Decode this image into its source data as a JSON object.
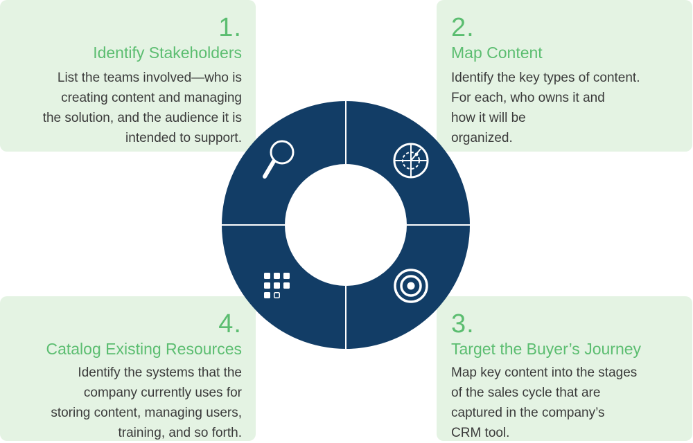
{
  "steps": [
    {
      "number": "1.",
      "title": "Identify Stakeholders",
      "lines": [
        "List the teams involved—who is",
        "creating content and managing",
        "the solution, and the audience it is",
        "intended to support."
      ]
    },
    {
      "number": "2.",
      "title": "Map Content",
      "lines": [
        "Identify the key types of content.",
        "For each, who owns it and",
        "how it will be",
        "organized."
      ]
    },
    {
      "number": "3.",
      "title": "Target the Buyer’s Journey",
      "lines": [
        "Map key content into the stages",
        "of the sales cycle that are",
        "captured in the company’s",
        "CRM tool."
      ]
    },
    {
      "number": "4.",
      "title": "Catalog Existing Resources",
      "lines": [
        "Identify the systems that the",
        "company currently uses for",
        "storing content, managing users,",
        "training, and so forth."
      ]
    }
  ],
  "icons": {
    "step1": "magnifier-icon",
    "step2": "radar-icon",
    "step3": "target-icon",
    "step4": "grid-icon"
  },
  "colors": {
    "ring": "#123d66",
    "card": "#e4f3e3",
    "accent": "#5bbd70",
    "text": "#3a3a3a"
  }
}
